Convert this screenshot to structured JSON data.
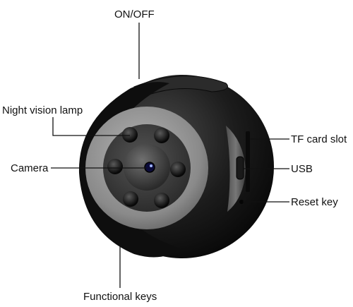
{
  "labels": {
    "on_off": "ON/OFF",
    "night_vision_lamp": "Night vision lamp",
    "camera": "Camera",
    "tf_card_slot": "TF card slot",
    "usb": "USB",
    "reset_key": "Reset key",
    "functional_keys": "Functional keys"
  },
  "colors": {
    "body": "#141414",
    "front_ring": "#8a8a8a",
    "lens_ring": "#3a3a3a",
    "leader_line": "#111111"
  },
  "icons": {
    "device": "mini-spy-camera-illustration"
  }
}
